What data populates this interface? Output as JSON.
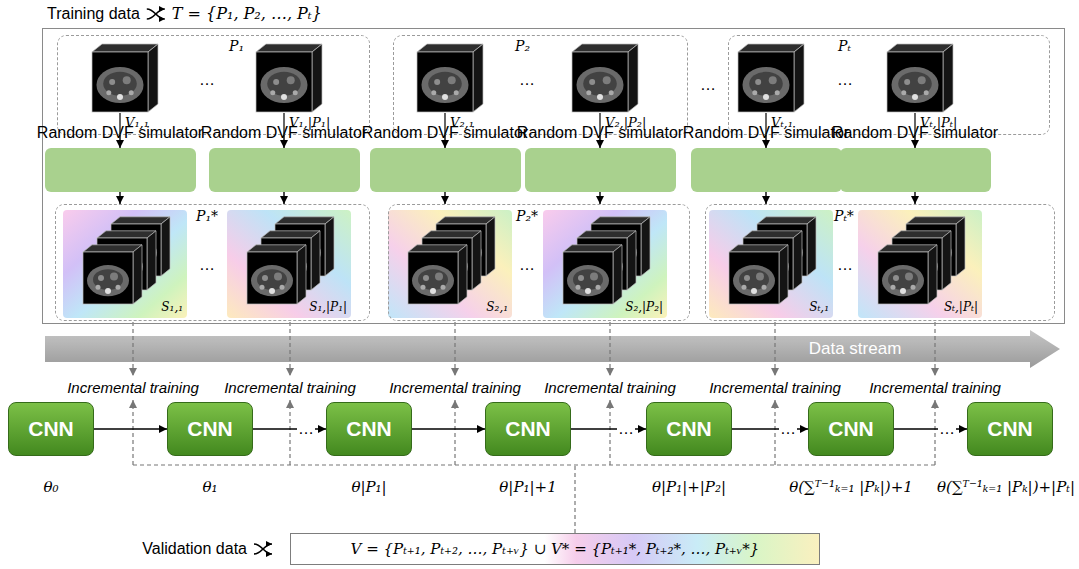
{
  "diagram": {
    "nodes": [
      {
        "text": [
          "Training data",
          "T = {P₁, P₂, …, Pₜ}"
        ]
      },
      {
        "text": [
          "P₁"
        ],
        "in": 0
      },
      {
        "text": [
          "P₂"
        ],
        "in": 0
      },
      {
        "text": [
          "Pₜ"
        ],
        "in": 0
      },
      {
        "text": [
          "Random DVF simulator"
        ],
        "in": 0
      },
      {
        "text": [
          "Random DVF simulator"
        ],
        "in": 0
      },
      {
        "text": [
          "Random DVF simulator"
        ],
        "in": 0
      },
      {
        "text": [
          "Random DVF simulator"
        ],
        "in": 0
      },
      {
        "text": [
          "Random DVF simulator"
        ],
        "in": 0
      },
      {
        "text": [
          "Random DVF simulator"
        ],
        "in": 0
      },
      {
        "text": [
          "P₁*"
        ],
        "in": 0
      },
      {
        "text": [
          "P₂*"
        ],
        "in": 0
      },
      {
        "text": [
          "Pₜ*"
        ],
        "in": 0
      },
      {
        "text": [
          "CNN"
        ]
      },
      {
        "text": [
          "CNN"
        ]
      },
      {
        "text": [
          "CNN"
        ]
      },
      {
        "text": [
          "CNN"
        ]
      },
      {
        "text": [
          "CNN"
        ]
      },
      {
        "text": [
          "CNN"
        ]
      },
      {
        "text": [
          "CNN"
        ]
      },
      {
        "text": [
          "Validation data",
          "V = {Pₜ₊₁, Pₜ₊₂, …, Pₜ₊ᵥ} ∪ V* = {Pₜ₊₁*, Pₜ₊₂*, …, Pₜ₊ᵥ*}"
        ]
      }
    ],
    "edges": [
      {
        "from": 1,
        "to": 4,
        "arrow": "to",
        "label": "V₁,₁"
      },
      {
        "from": 1,
        "to": 5,
        "arrow": "to",
        "label": "V₁,|P₁|"
      },
      {
        "from": 2,
        "to": 6,
        "arrow": "to",
        "label": "V₂,₁"
      },
      {
        "from": 2,
        "to": 7,
        "arrow": "to",
        "label": "V₂,|P₂|"
      },
      {
        "from": 3,
        "to": 8,
        "arrow": "to",
        "label": "Vₜ,₁"
      },
      {
        "from": 3,
        "to": 9,
        "arrow": "to",
        "label": "Vₜ,|Pₜ|"
      },
      {
        "from": 4,
        "to": 10,
        "arrow": "to"
      },
      {
        "from": 5,
        "to": 10,
        "arrow": "to"
      },
      {
        "from": 6,
        "to": 11,
        "arrow": "to"
      },
      {
        "from": 7,
        "to": 11,
        "arrow": "to"
      },
      {
        "from": 8,
        "to": 12,
        "arrow": "to"
      },
      {
        "from": 9,
        "to": 12,
        "arrow": "to"
      },
      {
        "from": 13,
        "to": 14,
        "arrow": "to"
      },
      {
        "from": 14,
        "to": 15,
        "arrow": "to",
        "label": "…"
      },
      {
        "from": 15,
        "to": 16,
        "arrow": "to"
      },
      {
        "from": 16,
        "to": 17,
        "arrow": "to",
        "label": "…"
      },
      {
        "from": 17,
        "to": 18,
        "arrow": "to",
        "label": "…"
      },
      {
        "from": 18,
        "to": 19,
        "arrow": "to",
        "label": "…"
      }
    ],
    "labels": [
      "…",
      "…",
      "…",
      "…",
      "S₁,₁",
      "S₁,|P₁|",
      "S₂,₁",
      "S₂,|P₂|",
      "Sₜ,₁",
      "Sₜ,|Pₜ|",
      "…",
      "…",
      "…",
      "Data stream",
      "Incremental training",
      "Incremental training",
      "Incremental training",
      "Incremental training",
      "Incremental training",
      "Incremental training",
      "θ₀",
      "θ₁",
      "θ|P₁|",
      "θ|P₁|+1",
      "θ|P₁|+|P₂|",
      "θ(∑ᵀ⁻¹ₖ₌₁ |Pₖ|)+1",
      "θ(∑ᵀ⁻¹ₖ₌₁ |Pₖ|)+|Pₜ|"
    ]
  }
}
